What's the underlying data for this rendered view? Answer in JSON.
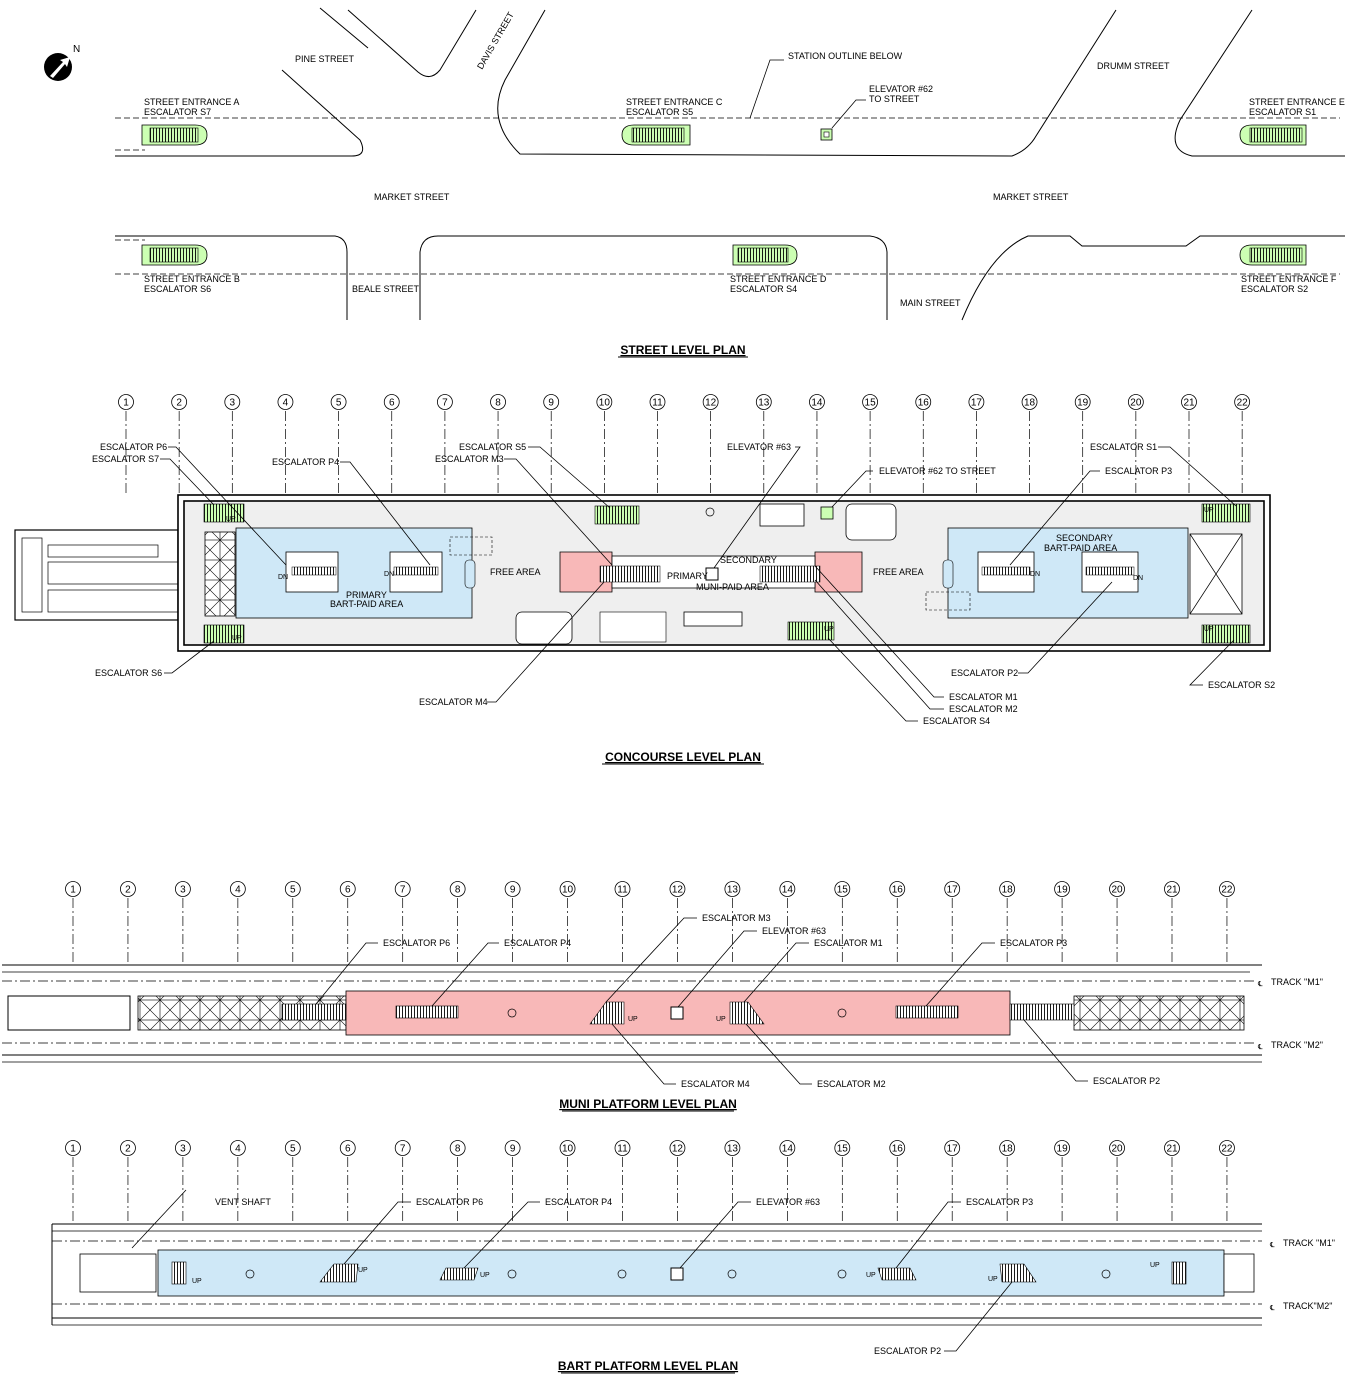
{
  "north_label": "N",
  "titles": {
    "street": "STREET LEVEL PLAN",
    "concourse": "CONCOURSE LEVEL PLAN",
    "muni": "MUNI PLATFORM LEVEL PLAN",
    "bart": "BART PLATFORM LEVEL PLAN"
  },
  "street": {
    "pine": "PINE STREET",
    "davis": "DAVIS STREET",
    "drumm": "DRUMM STREET",
    "beale": "BEALE STREET",
    "main": "MAIN STREET",
    "market_w": "MARKET STREET",
    "market_e": "MARKET STREET",
    "outline": "STATION OUTLINE BELOW",
    "elev62_a": "ELEVATOR #62",
    "elev62_b": "TO STREET",
    "entA_1": "STREET ENTRANCE A",
    "entA_2": "ESCALATOR S7",
    "entB_1": "STREET ENTRANCE B",
    "entB_2": "ESCALATOR S6",
    "entC_1": "STREET ENTRANCE C",
    "entC_2": "ESCALATOR S5",
    "entD_1": "STREET ENTRANCE D",
    "entD_2": "ESCALATOR S4",
    "entE_1": "STREET ENTRANCE E",
    "entE_2": "ESCALATOR S1",
    "entF_1": "STREET ENTRANCE F",
    "entF_2": "ESCALATOR S2"
  },
  "grid_numbers": [
    "1",
    "2",
    "3",
    "4",
    "5",
    "6",
    "7",
    "8",
    "9",
    "10",
    "11",
    "12",
    "13",
    "14",
    "15",
    "16",
    "17",
    "18",
    "19",
    "20",
    "21",
    "22"
  ],
  "concourse": {
    "p6": "ESCALATOR P6",
    "s7": "ESCALATOR S7",
    "p4": "ESCALATOR P4",
    "s5": "ESCALATOR S5",
    "m3": "ESCALATOR M3",
    "elev63": "ELEVATOR #63",
    "elev62": "ELEVATOR #62 TO STREET",
    "s1": "ESCALATOR S1",
    "p3": "ESCALATOR P3",
    "s6": "ESCALATOR S6",
    "m4": "ESCALATOR M4",
    "p2": "ESCALATOR P2",
    "m1": "ESCALATOR M1",
    "m2": "ESCALATOR M2",
    "s4": "ESCALATOR S4",
    "s2": "ESCALATOR S2",
    "primary_bart_1": "PRIMARY",
    "primary_bart_2": "BART-PAID AREA",
    "secondary_bart_1": "SECONDARY",
    "secondary_bart_2": "BART-PAID AREA",
    "free_w": "FREE AREA",
    "free_e": "FREE AREA",
    "primary_muni": "PRIMARY",
    "secondary_muni": "SECONDARY",
    "muni_paid": "MUNI-PAID AREA",
    "up": "UP",
    "dn": "DN"
  },
  "muni": {
    "p6": "ESCALATOR P6",
    "p4": "ESCALATOR P4",
    "m3": "ESCALATOR M3",
    "elev63": "ELEVATOR #63",
    "m1": "ESCALATOR M1",
    "p3": "ESCALATOR P3",
    "m4": "ESCALATOR M4",
    "m2": "ESCALATOR M2",
    "p2": "ESCALATOR P2",
    "track_m1": "TRACK \"M1\"",
    "track_m2": "TRACK \"M2\"",
    "up": "UP"
  },
  "bart": {
    "vent": "VENT SHAFT",
    "p6": "ESCALATOR P6",
    "p4": "ESCALATOR P4",
    "elev63": "ELEVATOR #63",
    "p3": "ESCALATOR P3",
    "p2": "ESCALATOR P2",
    "track_m1": "TRACK \"M1\"",
    "track_m2": "TRACK\"M2\"",
    "up": "UP"
  },
  "colors": {
    "bart_paid": "#cfe8f7",
    "muni_paid": "#f8b8b8",
    "escalator_street": "#ccffb3",
    "free_area": "#efefef"
  }
}
